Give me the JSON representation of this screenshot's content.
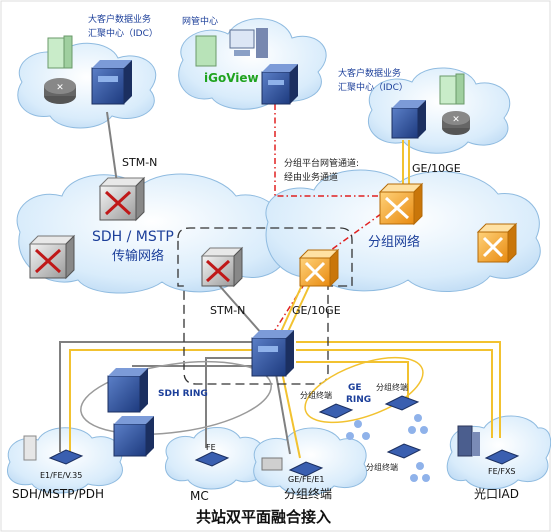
{
  "labels": {
    "idc_left_line1": "大客户数据业务",
    "idc_left_line2": "汇聚中心（IDC）",
    "nms_center": "网管中心",
    "igoview": "iGoView",
    "idc_right_line1": "大客户数据业务",
    "idc_right_line2": "汇聚中心（IDC）",
    "stm_n_top": "STM-N",
    "ge_10ge_top": "GE/10GE",
    "nms_channel_line1": "分组平台网管通道:",
    "nms_channel_line2": "经由业务通道",
    "sdh_mstp_line1": "SDH / MSTP",
    "sdh_mstp_line2": "传输网络",
    "packet_network": "分组网络",
    "stm_n_mid": "STM-N",
    "ge_10ge_mid": "GE/10GE",
    "sdh_ring": "SDH RING",
    "ge_ring_line1": "GE",
    "ge_ring_line2": "RING",
    "packet_terminal_1": "分组终端",
    "packet_terminal_2": "分组终端",
    "packet_terminal_3": "分组终端",
    "e1_fe_v35": "E1/FE/V.35",
    "fe_small": "FE",
    "ge_fe_e1": "GE/FE/E1",
    "fe_fxs": "FE/FXS",
    "sdh_mstp_pdh": "SDH/MSTP/PDH",
    "mc": "MC",
    "packet_terminal_bottom": "分组终端",
    "optical_iad": "光口IAD",
    "footer_title": "共站双平面融合接入"
  },
  "colors": {
    "cloud_blue": "#cfe6f8",
    "cloud_edge": "#7fb0dc",
    "device_blue": "#2a4f9a",
    "orange_router": "#f5a623",
    "yellow_link": "#f2c230",
    "red_dash": "#e02020",
    "title_blue": "#1c3f9a"
  }
}
